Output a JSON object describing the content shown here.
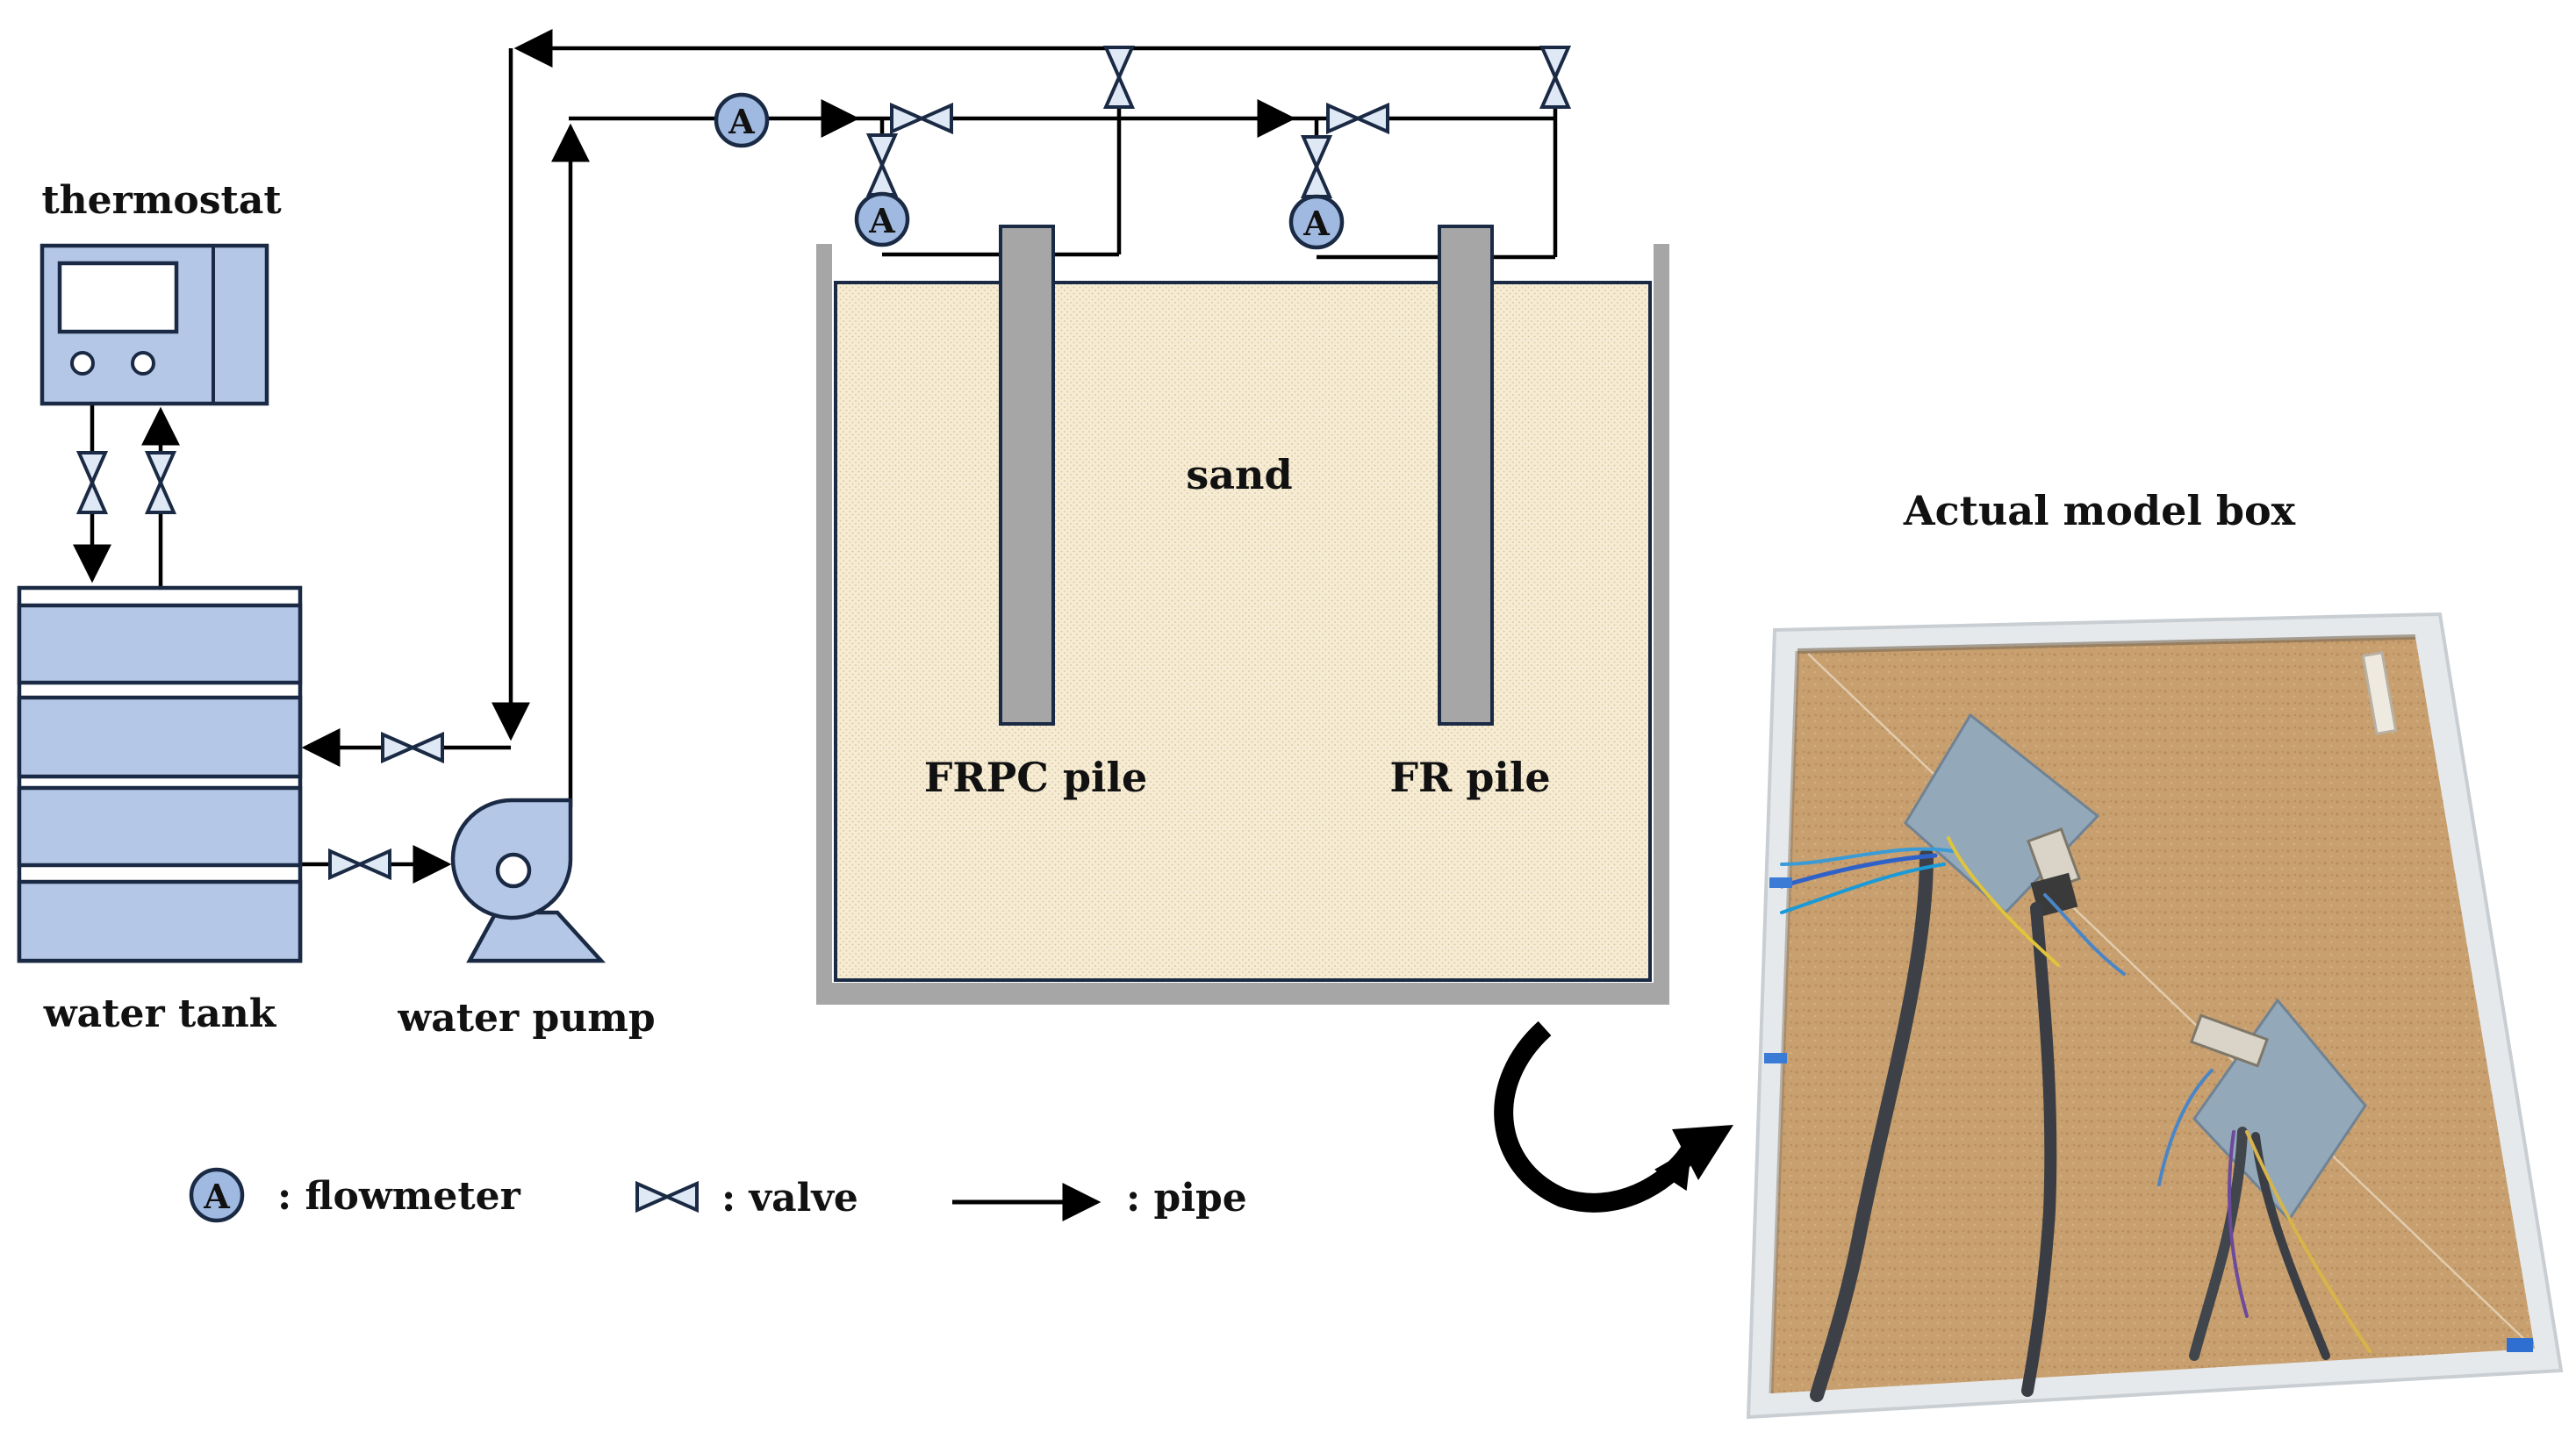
{
  "labels": {
    "thermostat": "thermostat",
    "water_tank": "water tank",
    "water_pump": "water pump",
    "sand": "sand",
    "frpc_pile": "FRPC pile",
    "fr_pile": "FR pile",
    "actual_model_box": "Actual model box"
  },
  "legend": {
    "flowmeter_symbol": "A",
    "flowmeter": ": flowmeter",
    "valve": ": valve",
    "pipe": ": pipe"
  },
  "flowmeter_symbol": "A",
  "colors": {
    "equipment_fill": "#b4c7e7",
    "equipment_stroke": "#2a3a55",
    "sand_fill": "#f6ecd4",
    "pile_fill": "#a6a6a6",
    "box_wall": "#a6a6a6",
    "pipe": "#000000",
    "photo_sand": "#c9a172",
    "photo_frame": "#e9ecef",
    "plate": "#8fa6b8"
  },
  "icons": {
    "flowmeter": "flowmeter-icon",
    "valve": "valve-icon",
    "pipe": "pipe-arrow-icon",
    "pump": "pump-icon",
    "curved_arrow": "curved-arrow-icon"
  }
}
